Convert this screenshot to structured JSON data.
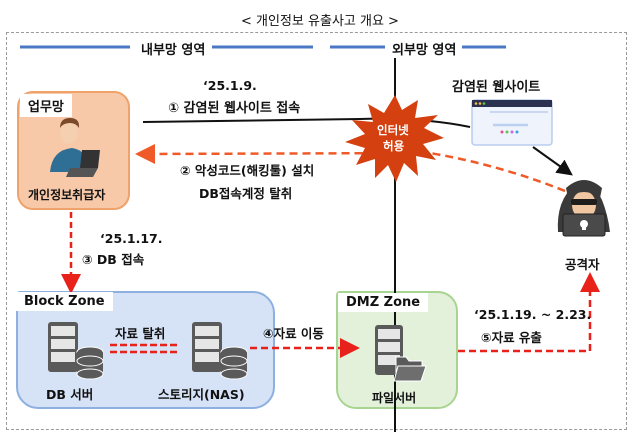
{
  "title": "< 개인정보 유출사고 개요 >",
  "regions": {
    "internal": "내부망 영역",
    "external": "외부망 영역"
  },
  "work_network": {
    "label": "업무망",
    "person_label": "개인정보취급자"
  },
  "steps": {
    "step1_date": "‘25.1.9.",
    "step1_text": "① 감염된 웹사이트 접속",
    "step2_text": "② 악성코드(해킹툴) 설치",
    "step2_text2": "DB접속계정 탈취",
    "step3_date": "‘25.1.17.",
    "step3_text": "③ DB 접속",
    "step4_text": "④자료 이동",
    "step5_date": "‘25.1.19. ~ 2.23.",
    "step5_text": "⑤자료 유출"
  },
  "internet_badge": {
    "line1": "인터넷",
    "line2": "허용",
    "color": "#d4400f"
  },
  "infected_site": {
    "label": "감염된 웹사이트"
  },
  "attacker": {
    "label": "공격자"
  },
  "block_zone": {
    "label": "Block Zone",
    "db_server_label": "DB 서버",
    "theft_label": "자료 탈취",
    "storage_label": "스토리지(NAS)"
  },
  "dmz_zone": {
    "label": "DMZ Zone",
    "file_server_label": "파일서버"
  },
  "colors": {
    "region_line": "#4a78c4",
    "arrow_red": "#e8221a",
    "arrow_orange": "#ef5a28",
    "work_fill": "#f8c9a9",
    "block_fill": "#d6e2f5",
    "dmz_fill": "#e3f1db"
  }
}
